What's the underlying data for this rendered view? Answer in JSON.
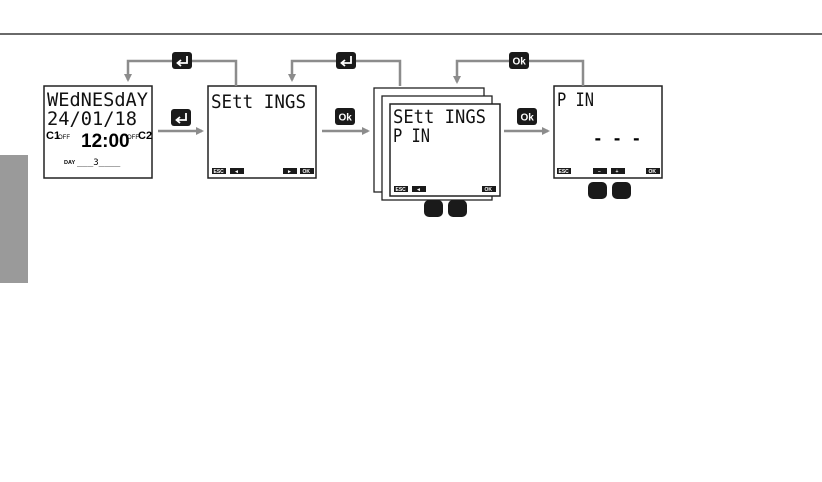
{
  "colors": {
    "rule": "#111111",
    "tab": "#9a9a9a",
    "arrow": "#8c8c8c",
    "screen_border": "#222222",
    "key": "#1a1a1a"
  },
  "icons": {
    "enter": "enter-key-icon",
    "ok": "ok-key-icon"
  },
  "keys": {
    "ok_label": "Ok"
  },
  "screen1": {
    "line1": "WEdNESdAY",
    "line2": "24/01/18",
    "c1": "C1",
    "off_left": "OFF",
    "time": "12:00",
    "off_right": "OFF",
    "c2": "C2",
    "day_label": "DAY",
    "day_value": "___3____"
  },
  "screen2": {
    "line1": "SEtt INGS",
    "softkeys": [
      "ESC",
      "◄",
      "►",
      "OK"
    ]
  },
  "screen3": {
    "line1": "SEtt INGS",
    "line2": "P IN",
    "softkeys": [
      "ESC",
      "◄",
      "OK"
    ]
  },
  "screen4": {
    "line1": "P IN",
    "digits": "- - -",
    "softkeys": [
      "ESC",
      "−",
      "+",
      "OK"
    ]
  }
}
